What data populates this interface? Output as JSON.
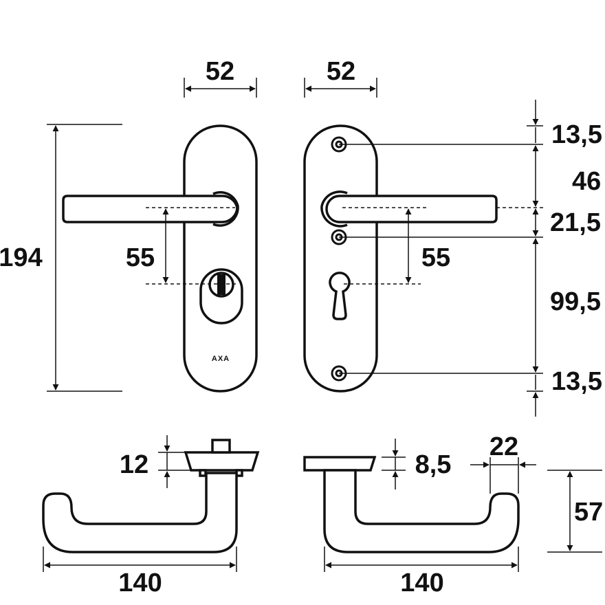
{
  "dimensions": {
    "left_plate_width": "52",
    "right_plate_width": "52",
    "total_height": "194",
    "left_spacing": "55",
    "right_spacing": "55",
    "top_offset": "13,5",
    "hole_to_handle": "46",
    "handle_to_hole": "21,5",
    "hole_to_bottom_hole": "99,5",
    "bottom_offset": "13,5",
    "rose_height_left": "12",
    "rose_height_right": "8,5",
    "lever_thickness": "22",
    "lever_projection": "57",
    "lever_length_left": "140",
    "lever_length_right": "140"
  },
  "brand": "AXA",
  "colors": {
    "line": "#111111",
    "background": "#ffffff"
  }
}
